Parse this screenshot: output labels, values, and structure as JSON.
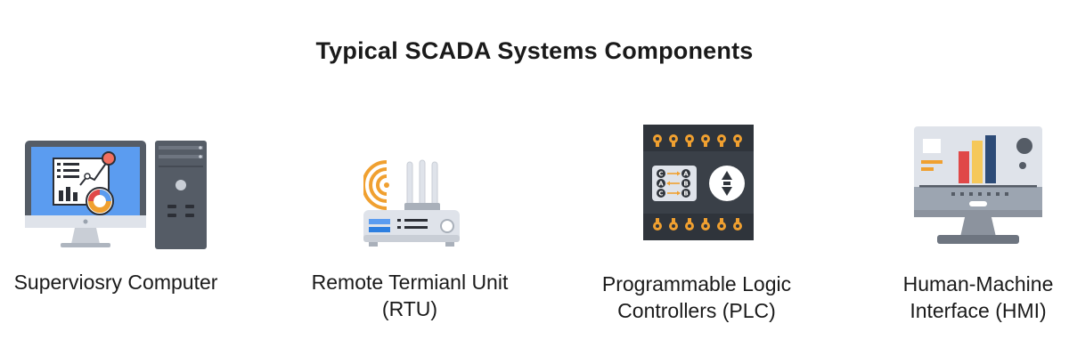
{
  "title": "Typical SCADA Systems Components",
  "components": [
    {
      "label": "Superviosry Computer",
      "icon": "supervisory-computer-icon"
    },
    {
      "label": "Remote Termianl Unit (RTU)",
      "icon": "rtu-router-icon"
    },
    {
      "label_lines": [
        "Programmable Logic",
        "Controllers (PLC)"
      ],
      "icon": "plc-icon"
    },
    {
      "label_lines": [
        "Human-Machine",
        "Interface (HMI)"
      ],
      "icon": "hmi-monitor-icon"
    }
  ],
  "plc_keys": [
    "C",
    "A",
    "A",
    "B",
    "C",
    "B"
  ],
  "colors": {
    "screen_blue": "#5b9cf0",
    "dark_gray": "#555c66",
    "orange": "#f0a030",
    "red": "#e04848",
    "yellow": "#f5c85a",
    "navy": "#2d4b77",
    "light_gray": "#dfe3ea"
  }
}
